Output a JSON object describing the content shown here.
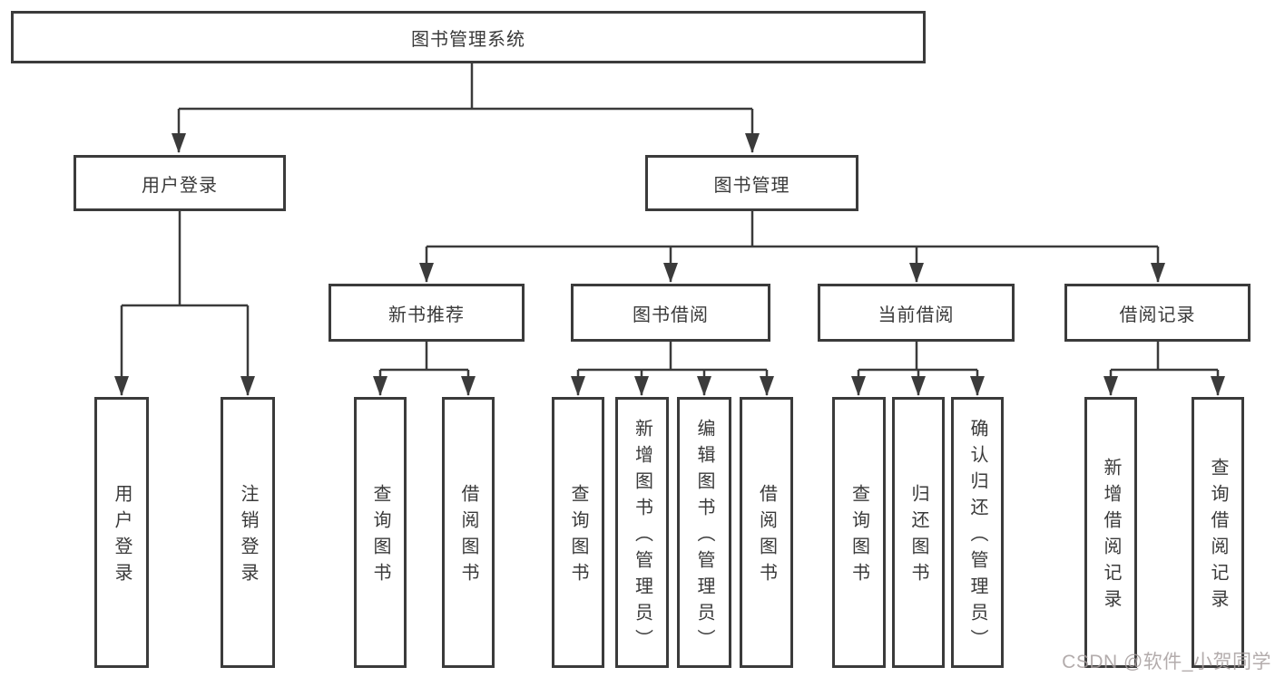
{
  "diagram": {
    "root": {
      "label": "图书管理系统"
    },
    "branches": [
      {
        "label": "用户登录",
        "children": [
          {
            "label": "用户登录"
          },
          {
            "label": "注销登录"
          }
        ]
      },
      {
        "label": "图书管理",
        "children": [
          {
            "label": "新书推荐",
            "children": [
              {
                "label": "查询图书"
              },
              {
                "label": "借阅图书"
              }
            ]
          },
          {
            "label": "图书借阅",
            "children": [
              {
                "label": "查询图书"
              },
              {
                "label": "新增图书（管理员）"
              },
              {
                "label": "编辑图书（管理员）"
              },
              {
                "label": "借阅图书"
              }
            ]
          },
          {
            "label": "当前借阅",
            "children": [
              {
                "label": "查询图书"
              },
              {
                "label": "归还图书"
              },
              {
                "label": "确认归还（管理员）"
              }
            ]
          },
          {
            "label": "借阅记录",
            "children": [
              {
                "label": "新增借阅记录"
              },
              {
                "label": "查询借阅记录"
              }
            ]
          }
        ]
      }
    ]
  },
  "colors": {
    "line": "#3b3b3b",
    "text": "#3a3a3a",
    "background": "#ffffff",
    "watermark": "#a69e9e"
  },
  "watermark": {
    "text": "CSDN @软件_小贺同学"
  }
}
